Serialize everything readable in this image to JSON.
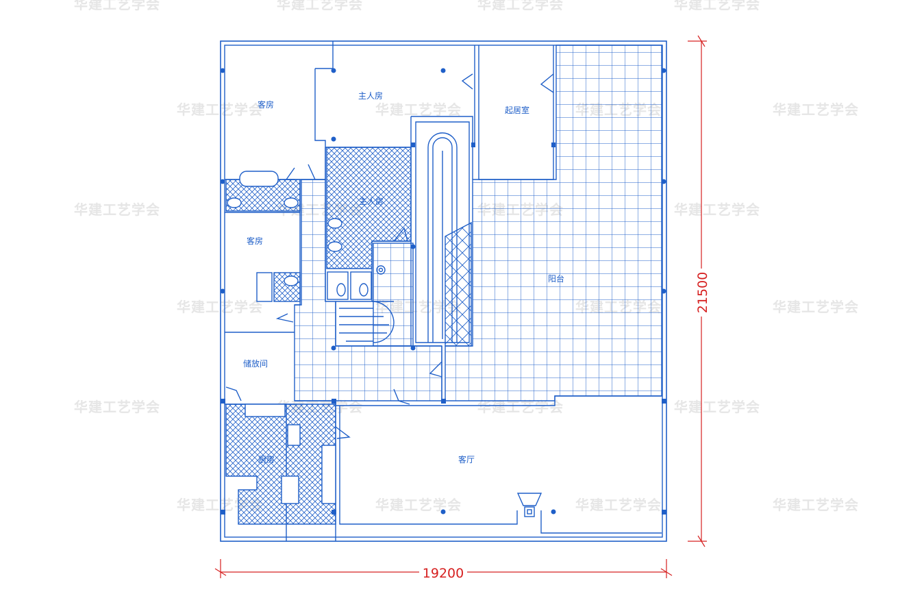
{
  "rooms": {
    "guest_room_top": "客房",
    "master_room": "主人房",
    "living_room_small": "起居室",
    "master_bath": "主人房",
    "guest_room_mid": "客房",
    "terrace": "阳台",
    "storage": "储放间",
    "kitchen": "厨房",
    "living_hall": "客厅"
  },
  "dimensions": {
    "width": "19200",
    "height": "21500"
  },
  "watermark": "华建工艺学会",
  "colors": {
    "line": "#1f5fc8",
    "dim": "#d62020",
    "watermark": "#e6e6e6"
  }
}
